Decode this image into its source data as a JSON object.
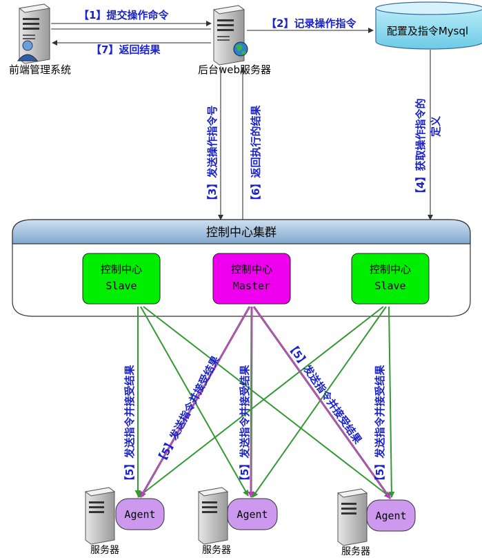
{
  "nodes": {
    "frontend": {
      "label": "前端管理系统"
    },
    "webserver": {
      "label": "后台web服务器"
    },
    "database": {
      "label": "配置及指令Mysql"
    },
    "cluster": {
      "label": "控制中心集群"
    },
    "slave_left": {
      "line1": "控制中心",
      "line2": "Slave"
    },
    "master": {
      "line1": "控制中心",
      "line2": "Master"
    },
    "slave_right": {
      "line1": "控制中心",
      "line2": "Slave"
    },
    "servers": [
      {
        "agent": "Agent",
        "label": "服务器"
      },
      {
        "agent": "Agent",
        "label": "服务器"
      },
      {
        "agent": "Agent",
        "label": "服务器"
      }
    ]
  },
  "steps": {
    "s1": {
      "num": "【1】",
      "text": "提交操作命令"
    },
    "s2": {
      "num": "【2】",
      "text": "记录操作指令"
    },
    "s3": {
      "num": "【3】",
      "text": "发送操作指令号"
    },
    "s4": {
      "num": "【4】",
      "text": "获取操作指令的",
      "text2": "定义"
    },
    "s5": {
      "num": "【5】",
      "text": "发送指令并接受结果"
    },
    "s6": {
      "num": "【6】",
      "text": "返回执行的结果"
    },
    "s7": {
      "num": "【7】",
      "text": "返回结果"
    }
  },
  "colors": {
    "slave": "#00ee00",
    "master": "#ee00ee",
    "agent": "#cc99ee",
    "line_green": "#339933",
    "line_magenta": "#cc22cc",
    "step_blue": "#1a22cc",
    "header_blue": "#8fb4d6",
    "db_blue": "#8ed8ee"
  }
}
